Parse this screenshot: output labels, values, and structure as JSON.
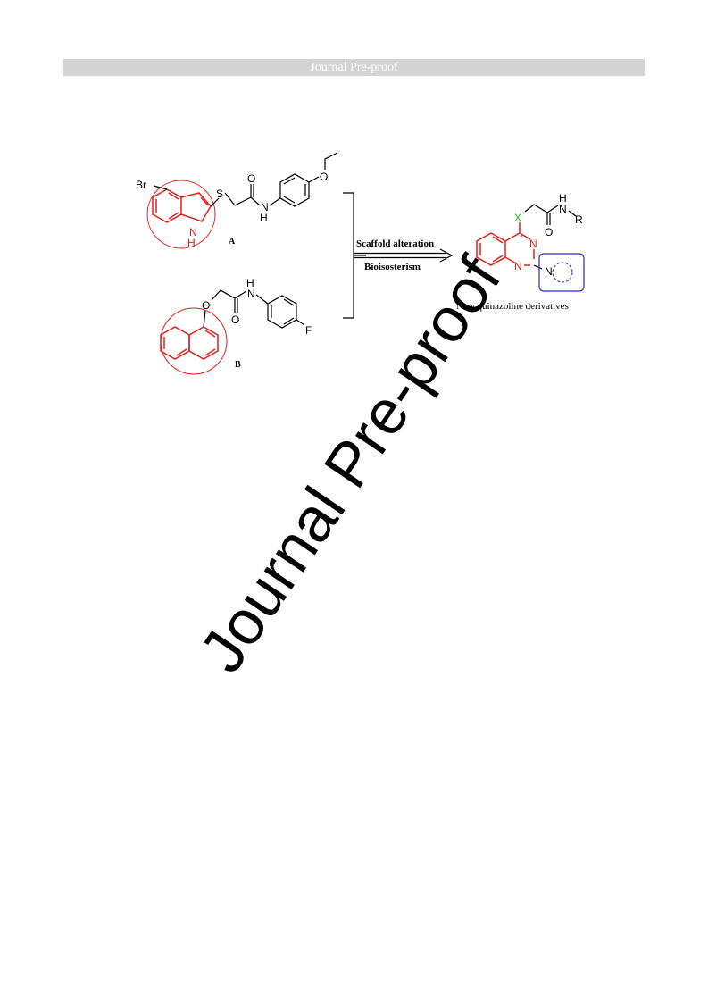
{
  "header": {
    "title": "Journal Pre-proof"
  },
  "scheme": {
    "compound_a": {
      "label": "A",
      "atoms": {
        "br": "Br",
        "s": "S",
        "nh_n": "N",
        "nh_h": "H",
        "amide_nh_n": "N",
        "amide_nh_h": "H",
        "o_carbonyl": "O",
        "o_ether": "O"
      }
    },
    "compound_b": {
      "label": "B",
      "atoms": {
        "o_ether": "O",
        "o_carbonyl": "O",
        "amide_nh_n": "N",
        "amide_nh_h": "H",
        "f": "F"
      }
    },
    "arrow": {
      "top_label": "Scaffold alteration",
      "bottom_label": "Bioisosterism"
    },
    "product": {
      "caption": "New quinazoline derivatives",
      "atoms": {
        "x": "X",
        "n1": "N",
        "n3": "N",
        "n_amine": "N",
        "nh_n": "N",
        "nh_h": "H",
        "o_carbonyl": "O",
        "r": "R"
      }
    },
    "colors": {
      "highlight_red": "#e0221c",
      "green_x": "#16c020",
      "blue_box": "#2a2abf"
    }
  },
  "watermark": {
    "text": "Journal Pre-proof"
  }
}
